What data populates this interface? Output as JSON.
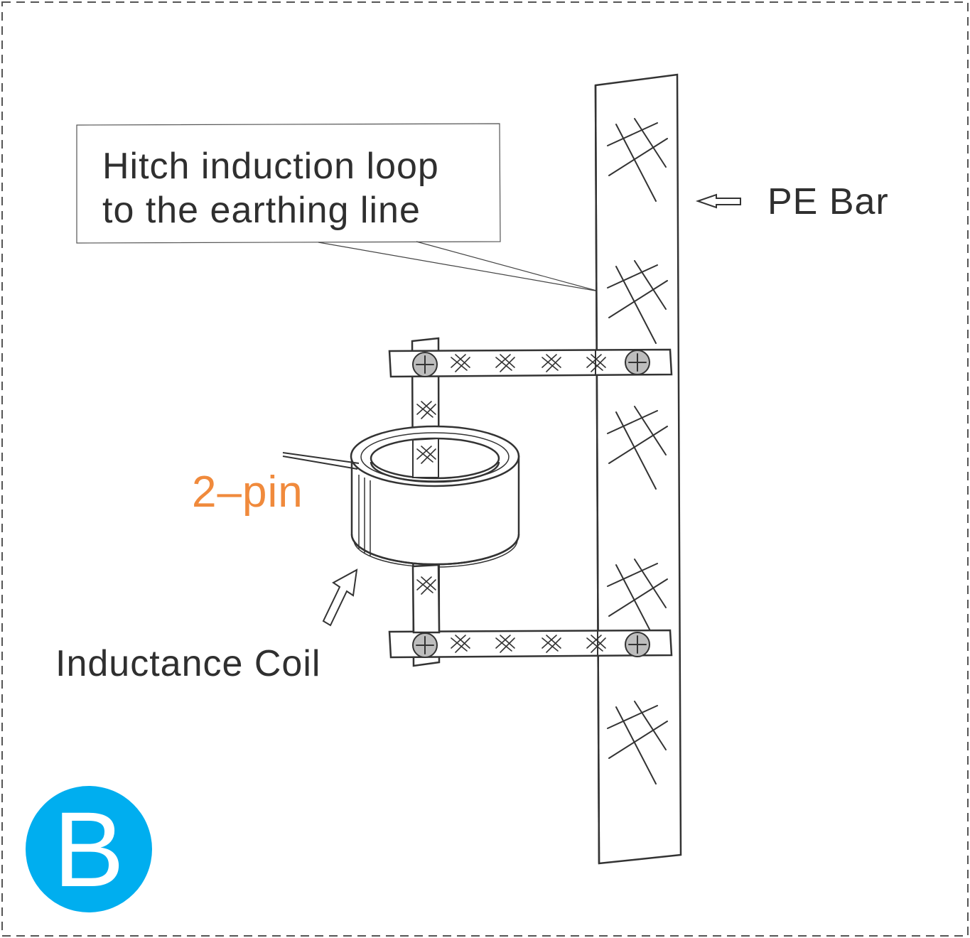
{
  "callout": {
    "line1": "Hitch induction loop",
    "line2": "to the earthing line"
  },
  "labels": {
    "pe_bar": "PE Bar",
    "pin": "2–pin",
    "coil": "Inductance Coil"
  },
  "badge": {
    "letter": "B"
  },
  "colors": {
    "badge": "#00aeef",
    "pin_text": "#f08a3c",
    "line": "#333333",
    "screw": "#bdbdbd"
  },
  "icons": {
    "screw": "screw-head-icon",
    "arrow": "hollow-arrow-icon"
  }
}
